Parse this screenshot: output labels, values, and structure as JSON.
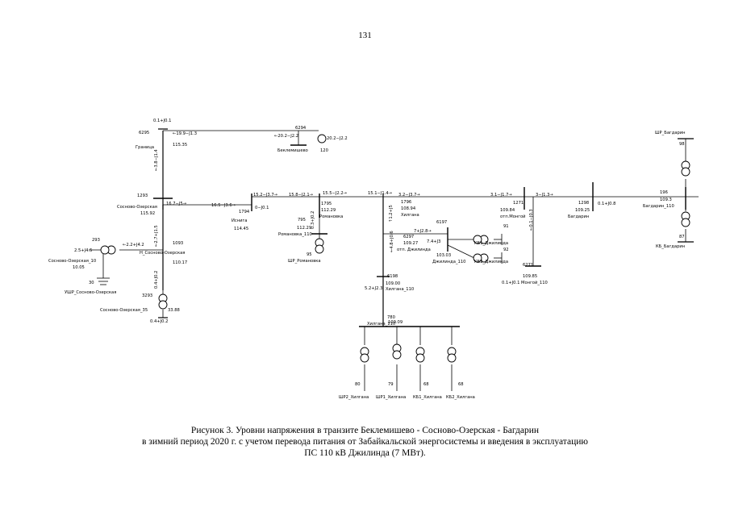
{
  "page_number": "131",
  "caption": {
    "line1": "Рисунок 3. Уровни напряжения в транзите Беклемишево - Сосново-Озерская - Багдарин",
    "line2": "в зимний период 2020 г. с учетом перевода питания от Забайкальской энергосистемы и введения в эксплуатацию",
    "line3": "ПС 110 кВ Джилинда (7 МВт)."
  },
  "labels": {
    "n6295": "6295",
    "granitsa": "Граница",
    "v11535": "115.35",
    "f01j01": "0.1+J0.1",
    "f199j13": "←19.9−J1.3",
    "f38j14": "←3.8−J1.4",
    "n6294": "6294",
    "f202j22a": "←20.2−J2.2",
    "f202j22b": "20.2−J2.2",
    "beklemishevo": "Беклемишево",
    "v120": "120",
    "n1293": "1293",
    "soz_bus": "Сосново-Озерская",
    "v11592": "115.92",
    "f167j5": "16.7−J5→",
    "f165j36": "16.5−J3.6→",
    "f152j37": "15.2−J3.7→",
    "f158j21": "15.8−J2.1→",
    "f155j22": "15.5−J2.2→",
    "f151j14": "15.1−J1.4→",
    "f32j37": "3.2−J3.7→",
    "f31j17": "3.1−J1.7→",
    "f3j13": "3−J1.3→",
    "n1794": "1794",
    "f0j01": "0−J0.1",
    "insiga": "Иснига",
    "v11445": "114.45",
    "n1795": "1795",
    "v11229a": "112.29",
    "romanovka": "Романовка",
    "f03j02": "0.3+J0.2",
    "n795": "795",
    "v11229b": "112.29",
    "romanovka110": "Романовка_110",
    "n95": "95",
    "shr_romanovka": "ШР_Романовка",
    "f27j15": "←2.7+J1.5",
    "n293": "293",
    "f25j45": "2.5+J4.5",
    "f22j42": "←2.2+J4.2",
    "soz10": "Сосново-Озерская_10",
    "v1005": "10.05",
    "n1093": "1093",
    "h_soz": "Н_Сосново-Озерская",
    "v11017": "110.17",
    "n30": "30",
    "ushr_soz": "УШР_Сосново-Озерская",
    "f04j02v": "0.4+J0.2",
    "n3293": "3293",
    "soz35": "Сосново-Озерская_35",
    "v3388": "33.88",
    "f04j02": "0.4+J0.2",
    "n1796": "1796",
    "v10894": "108.94",
    "hilgana": "Хилгана",
    "f12j5": "↑1.2+J5",
    "f48j06": "←4.8+J0.6",
    "f7j28": "7+J2.8→",
    "n6197": "6197",
    "n6297": "6297",
    "v10927": "109.27",
    "otp_dzhilinda": "отп. Джилинда",
    "f74j3": "7.4+J3",
    "n91": "91",
    "kb1_dzh": "КБ1_Джилинда",
    "n92": "92",
    "kb2_dzh": "КБ2_Джилинда",
    "v10303": "103.03",
    "dzhilinda110": "Джилинда_110",
    "n6198": "6198",
    "v10900": "109.00",
    "f52j23": "5.2+J2.3",
    "hilgana110": "Хилгана_110",
    "n780": "780",
    "hilgana110b": "Хилгана_110",
    "v10909": "109.09",
    "n80": "80",
    "shr2": "ШР2_Хилгана",
    "n79": "79",
    "shr1": "ШР1_Хилгана",
    "n68a": "68",
    "kb1_hil": "КБ1_Хилгана",
    "n68b": "68",
    "kb2_hil": "КБ2_Хилгана",
    "n1271": "1271",
    "v10984": "109.84",
    "otp_mongoy": "отп.Монгой",
    "f01j03": "←0.1−J0.3",
    "n6271": "6271",
    "v10985": "109.85",
    "mongoy110": "0.1+J0.1 Монгой_110",
    "n1298": "1298",
    "v10925": "109.25",
    "bagdarin": "Багдарин",
    "f01j08": "0.1+J0.8",
    "n196": "196",
    "v1093": "109.3",
    "bagdarin110": "Багдарин_110",
    "shr_bagdarin": "ШР_Багдарин",
    "n98": "98",
    "n87": "87",
    "kb_bagdarin": "КБ_Багдарин"
  }
}
